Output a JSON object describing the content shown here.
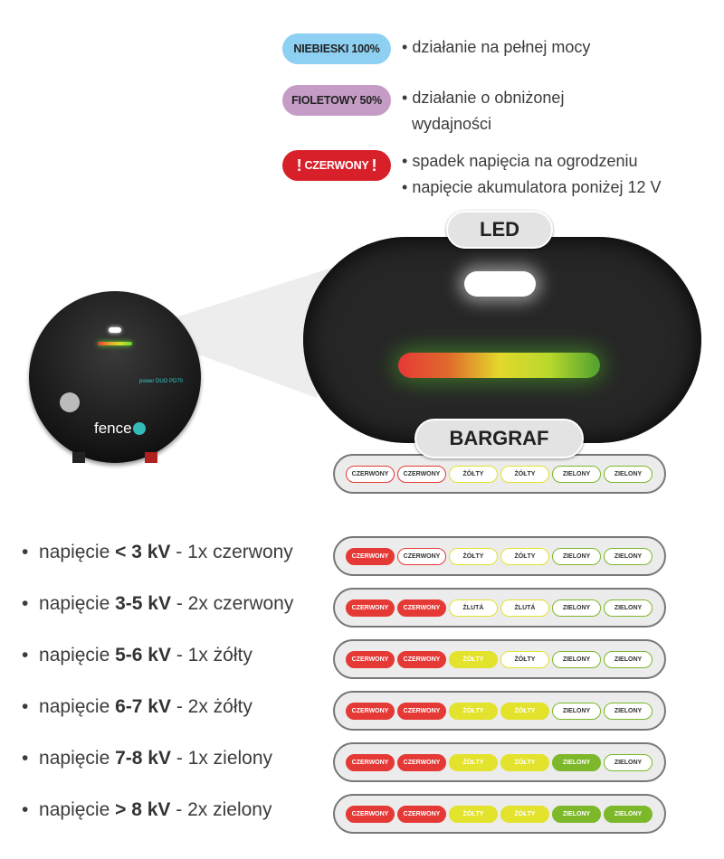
{
  "legend": [
    {
      "badge": "NIEBIESKI 100%",
      "color": "#8dd0f2",
      "lines": [
        "działanie na pełnej mocy"
      ]
    },
    {
      "badge": "FIOLETOWY 50%",
      "color": "#c59cc6",
      "lines": [
        "działanie o obniżonej",
        "wydajności"
      ]
    },
    {
      "badge": "CZERWONY",
      "color": "#d8202a",
      "lines": [
        "spadek napięcia na ogrodzeniu",
        "napięcie akumulatora poniżej 12 V"
      ]
    }
  ],
  "device": {
    "model": "power DUO PD70",
    "brand": "fence"
  },
  "labels": {
    "led": "LED",
    "bargraf": "BARGRAF"
  },
  "colors": {
    "red": "#e53935",
    "yellow": "#e3e22c",
    "green": "#7cb82a"
  },
  "reference_bar": {
    "labels": [
      "CZERWONY",
      "CZERWONY",
      "ŻÓŁTY",
      "ŻÓŁTY",
      "ZIELONY",
      "ZIELONY"
    ],
    "active": 0
  },
  "rows": [
    {
      "prefix": "napięcie",
      "value": "< 3 kV",
      "suffix": "- 1x czerwony",
      "labels": [
        "CZERWONY",
        "CZERWONY",
        "ŻÓŁTY",
        "ŻÓŁTY",
        "ZIELONY",
        "ZIELONY"
      ],
      "active": 1
    },
    {
      "prefix": "napięcie",
      "value": "3-5 kV",
      "suffix": "- 2x czerwony",
      "labels": [
        "CZERWONY",
        "CZERWONY",
        "ŻLUTÁ",
        "ŻLUTÁ",
        "ZIELONY",
        "ZIELONY"
      ],
      "active": 2
    },
    {
      "prefix": "napięcie",
      "value": "5-6 kV",
      "suffix": "- 1x żółty",
      "labels": [
        "CZERWONY",
        "CZERWONY",
        "ŻÓŁTY",
        "ŻÓŁTY",
        "ZIELONY",
        "ZIELONY"
      ],
      "active": 3
    },
    {
      "prefix": "napięcie",
      "value": "6-7 kV",
      "suffix": "- 2x żółty",
      "labels": [
        "CZERWONY",
        "CZERWONY",
        "ŻÓŁTY",
        "ŻÓŁTY",
        "ZIELONY",
        "ZIELONY"
      ],
      "active": 4
    },
    {
      "prefix": "napięcie",
      "value": "7-8 kV",
      "suffix": "- 1x zielony",
      "labels": [
        "CZERWONY",
        "CZERWONY",
        "ŻÓŁTY",
        "ŻÓŁTY",
        "ZIELONY",
        "ZIELONY"
      ],
      "active": 5
    },
    {
      "prefix": "napięcie",
      "value": "> 8 kV",
      "suffix": "- 2x zielony",
      "labels": [
        "CZERWONY",
        "CZERWONY",
        "ŻÓŁTY",
        "ŻÓŁTY",
        "ZIELONY",
        "ZIELONY"
      ],
      "active": 6
    }
  ]
}
